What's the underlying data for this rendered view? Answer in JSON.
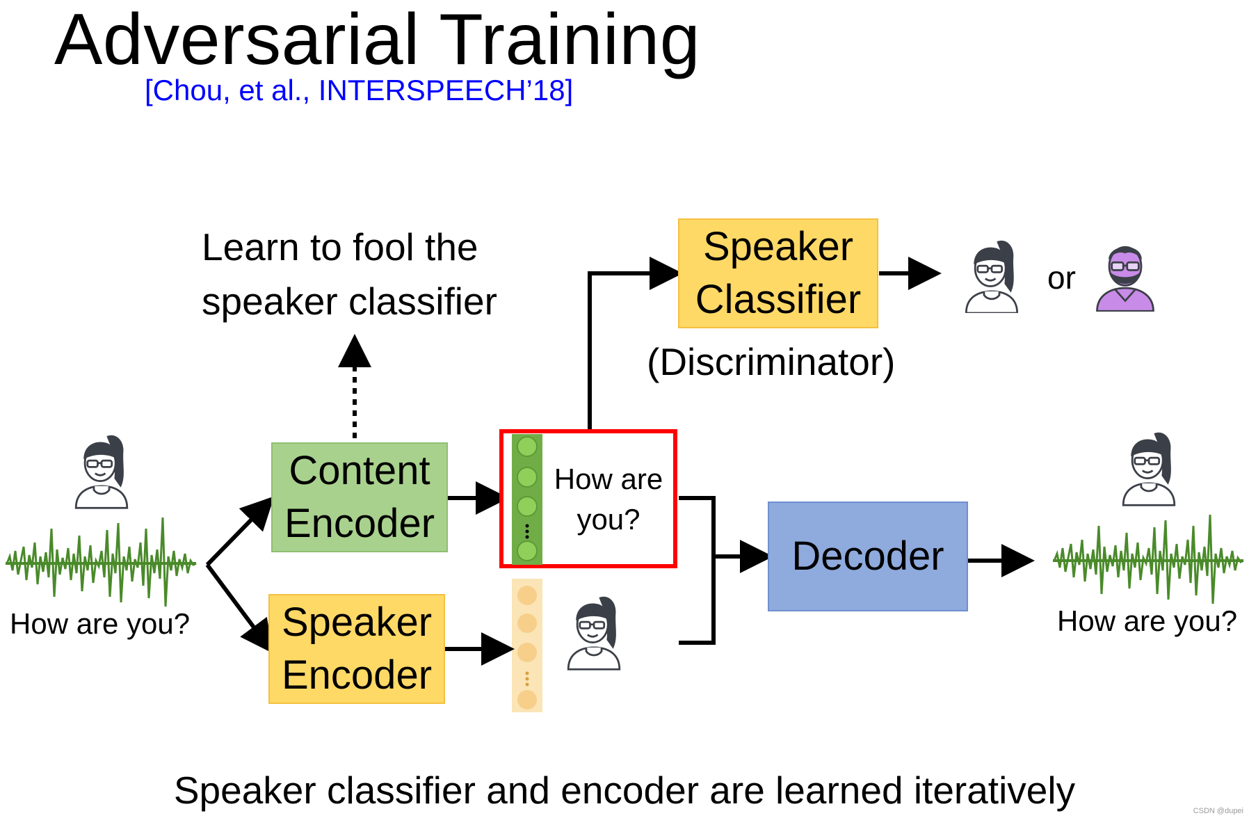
{
  "slide": {
    "title": "Adversarial Training",
    "citation": "[Chou, et al., INTERSPEECH’18]",
    "caption": "Speaker classifier and encoder are learned iteratively",
    "watermark": "CSDN @dupei"
  },
  "diagram": {
    "note": "Learn to fool the speaker classifier",
    "input_label": "How are you?",
    "output_label": "How are you?",
    "content_encoder": "Content Encoder",
    "speaker_encoder": "Speaker Encoder",
    "speaker_classifier": "Speaker Classifier",
    "discriminator_label": "(Discriminator)",
    "decoder": "Decoder",
    "or_label": "or",
    "content_vector_text": "How are you?"
  },
  "colors": {
    "content_encoder": "#a9d18e",
    "speaker_encoder": "#ffd966",
    "speaker_classifier": "#ffd966",
    "decoder": "#8faadc",
    "highlight_border": "#ff0000",
    "citation": "#0000ff",
    "waveform": "#4a8a2a"
  },
  "icons": [
    "female-speaker-icon",
    "male-speaker-icon",
    "waveform-icon"
  ]
}
